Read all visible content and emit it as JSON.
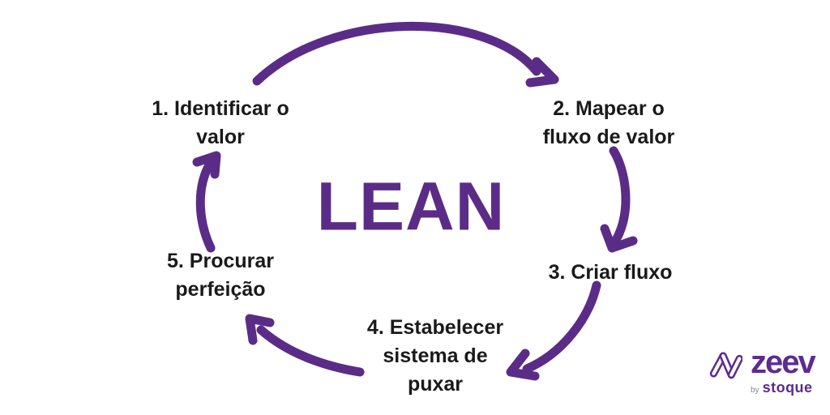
{
  "diagram": {
    "title": "LEAN",
    "steps": [
      {
        "lines": [
          "1. Identificar o",
          "valor"
        ]
      },
      {
        "lines": [
          "2. Mapear o",
          "fluxo de valor"
        ]
      },
      {
        "lines": [
          "3. Criar fluxo"
        ]
      },
      {
        "lines": [
          "4. Estabelecer",
          "sistema de",
          "puxar"
        ]
      },
      {
        "lines": [
          "5. Procurar",
          "perfeição"
        ]
      }
    ]
  },
  "branding": {
    "logo_text": "zeev",
    "byline_prefix": "by",
    "byline_brand": "stoque"
  },
  "colors": {
    "accent_purple": "#5B2C87",
    "logo_purple": "#5C2C90",
    "text_color": "#1A1A1A",
    "background": "#FFFFFF"
  }
}
